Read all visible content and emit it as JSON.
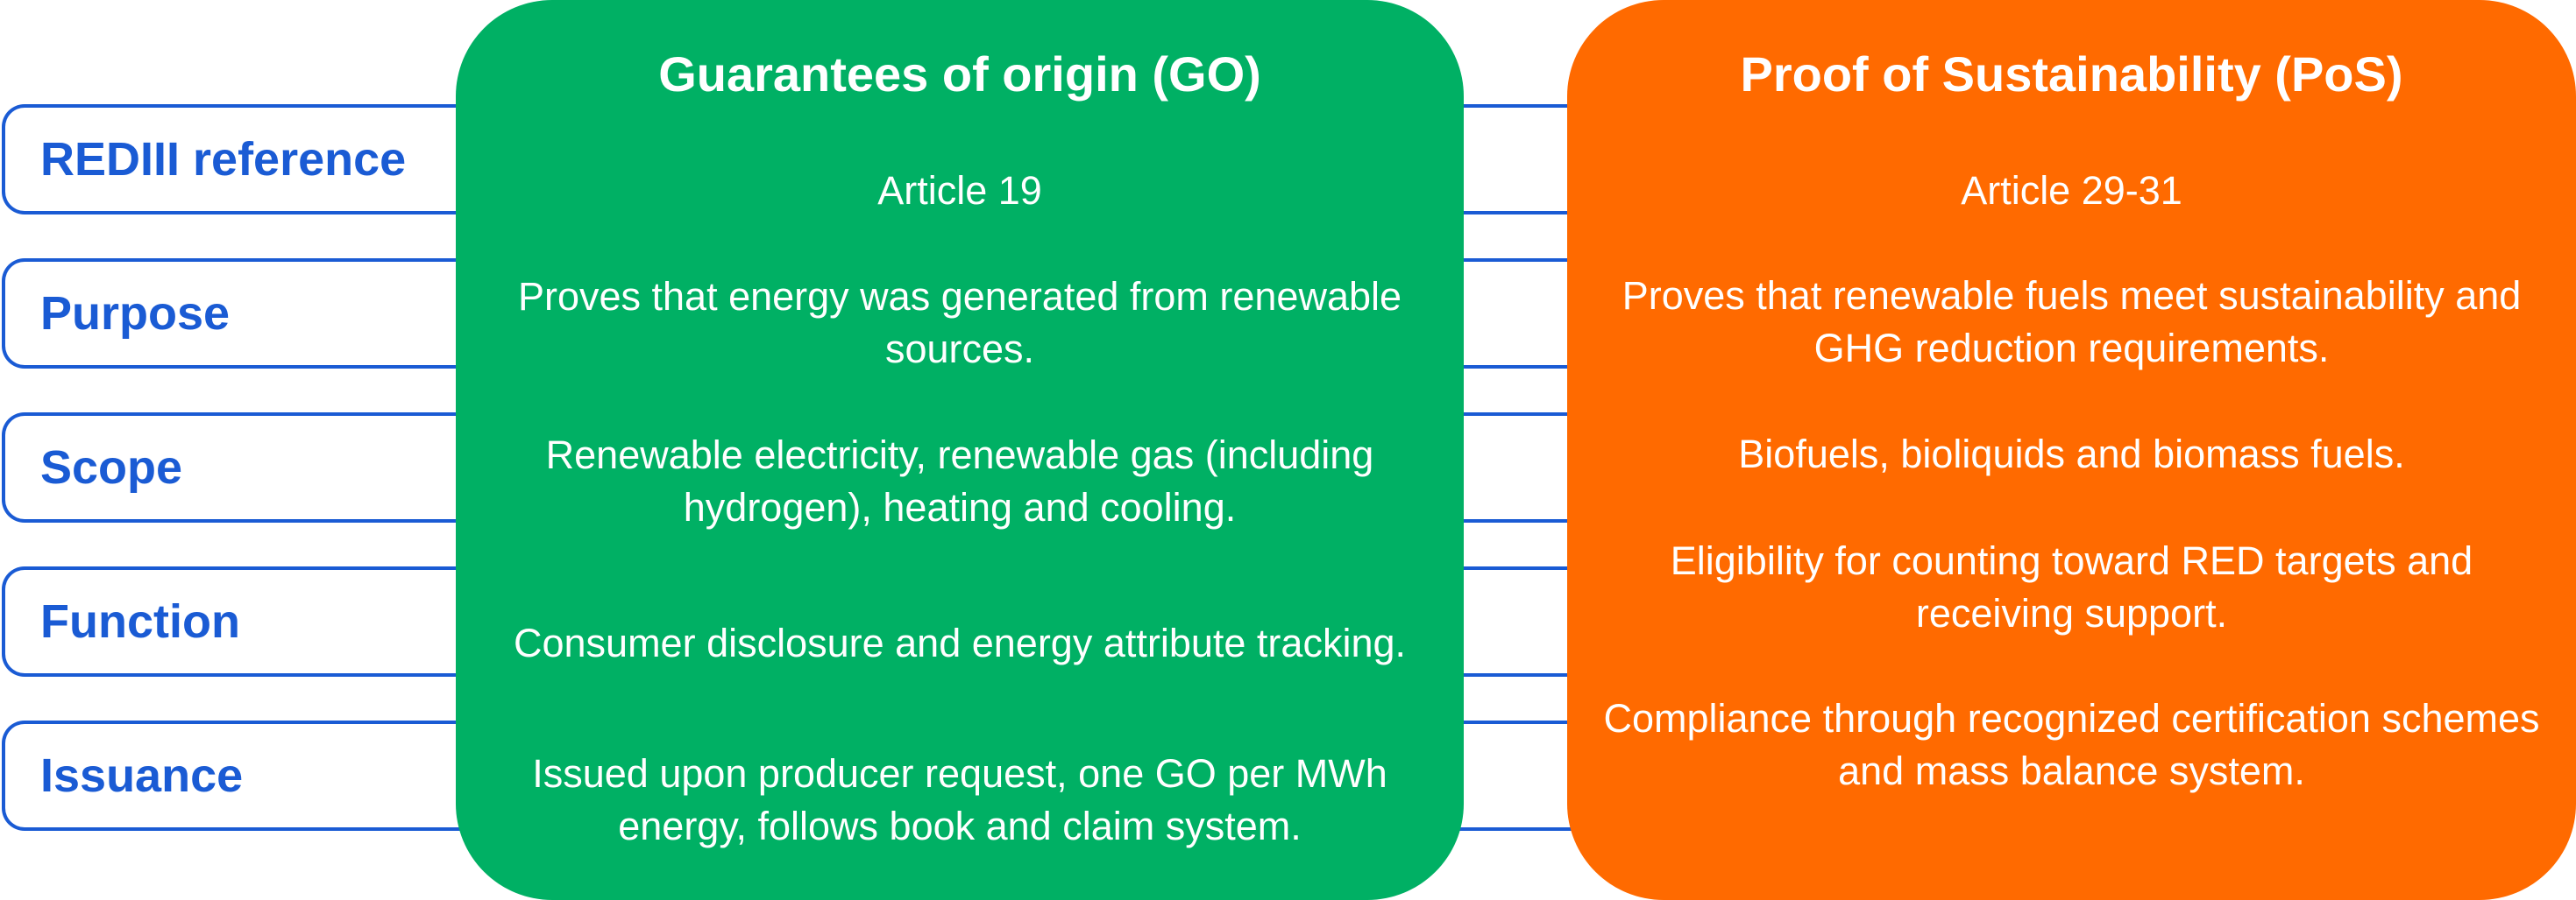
{
  "rows": [
    {
      "label": "REDIII reference"
    },
    {
      "label": "Purpose"
    },
    {
      "label": "Scope"
    },
    {
      "label": "Function"
    },
    {
      "label": "Issuance"
    }
  ],
  "columns": {
    "go": {
      "title": "Guarantees of origin (GO)",
      "color": "#00b064",
      "cells": [
        "Article 19",
        "Proves that energy was generated from renewable sources.",
        "Renewable electricity, renewable gas (including hydrogen), heating and cooling.",
        "Consumer disclosure and energy attribute tracking.",
        "Issued upon producer request, one GO per MWh energy, follows book and claim system."
      ]
    },
    "pos": {
      "title": "Proof of Sustainability (PoS)",
      "color": "#ff6a00",
      "cells": [
        "Article 29-31",
        "Proves that renewable fuels meet sustainability and GHG reduction requirements.",
        "Biofuels, bioliquids and biomass fuels.",
        "Eligibility for counting toward RED targets and receiving support.",
        "Compliance through recognized certification schemes and mass balance system."
      ]
    }
  },
  "colors": {
    "row_border": "#1a5bd4",
    "row_text": "#1a5bd4",
    "cell_text": "#ffffff"
  }
}
